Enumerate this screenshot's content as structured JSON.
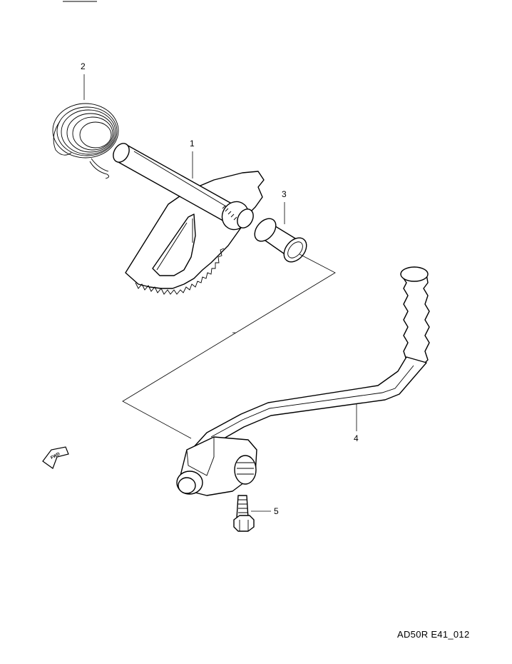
{
  "diagram_code": "AD50R E41_012",
  "parts": [
    {
      "number": "1",
      "name": "kick-starter-shaft"
    },
    {
      "number": "2",
      "name": "return-spring"
    },
    {
      "number": "3",
      "name": "bushing"
    },
    {
      "number": "4",
      "name": "kick-starter-lever"
    },
    {
      "number": "5",
      "name": "bolt"
    }
  ],
  "direction_icon": "fwd-arrow-icon",
  "direction_icon_text": "FWD"
}
